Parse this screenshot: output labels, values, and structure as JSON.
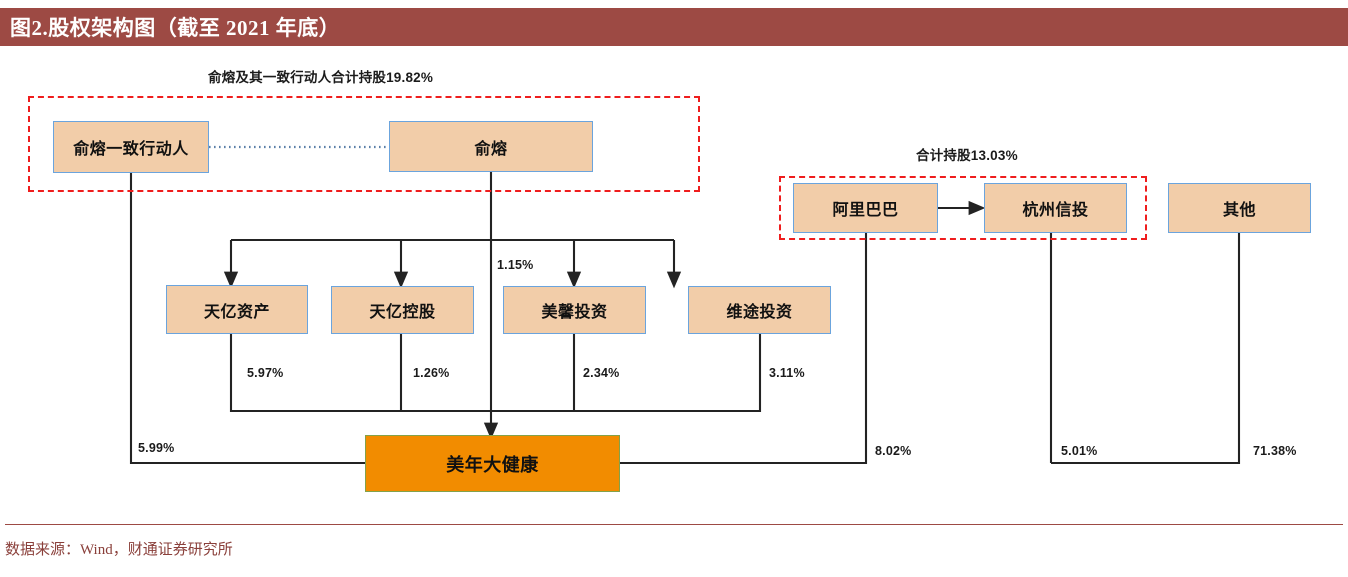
{
  "header": {
    "title": "图2.股权架构图（截至 2021 年底）",
    "bar_color": "#9d4a44"
  },
  "groups": [
    {
      "id": "group-yurong",
      "label": "俞熔及其一致行动人合计持股19.82%"
    },
    {
      "id": "group-alibaba",
      "label": "合计持股13.03%"
    }
  ],
  "nodes": {
    "yurong_concerted": "俞熔一致行动人",
    "yurong": "俞熔",
    "tianyi_zichan": "天亿资产",
    "tianyi_konggu": "天亿控股",
    "meixin_touzi": "美馨投资",
    "weitu_touzi": "维途投资",
    "alibaba": "阿里巴巴",
    "hangzhou_xintou": "杭州信投",
    "other": "其他",
    "root": "美年大健康"
  },
  "edges": {
    "yurong_concerted_pct": "5.99%",
    "tianyi_zichan_pct": "5.97%",
    "tianyi_konggu_pct": "1.26%",
    "yurong_direct_pct": "1.15%",
    "meixin_touzi_pct": "2.34%",
    "weitu_touzi_pct": "3.11%",
    "alibaba_pct": "8.02%",
    "hangzhou_xintou_pct": "5.01%",
    "other_pct": "71.38%"
  },
  "footer": {
    "source": "数据来源：Wind，财通证券研究所"
  },
  "colors": {
    "node_fill": "#f2cda9",
    "node_border": "#6ba4dd",
    "root_fill": "#f28c00",
    "root_border": "#83a24a",
    "dash_border": "#ef1d1d",
    "line": "#232323",
    "title_bar": "#9d4a44",
    "footer_text": "#8a3f3a"
  }
}
